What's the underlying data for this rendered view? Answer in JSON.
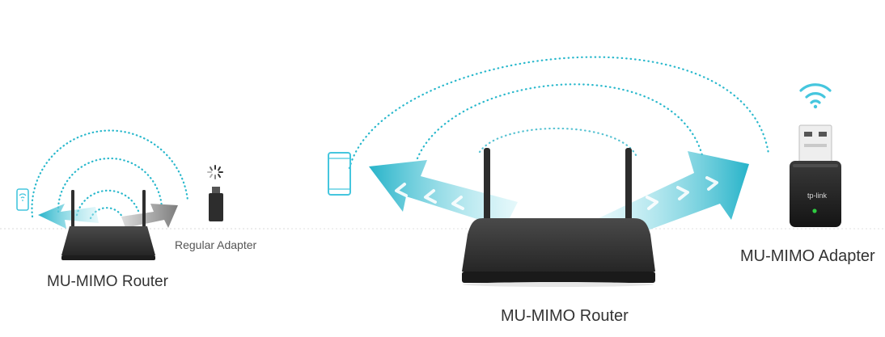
{
  "labels": {
    "left_router": "MU-MIMO Router",
    "regular_adapter": "Regular Adapter",
    "center_router": "MU-MIMO Router",
    "mimo_adapter": "MU-MIMO Adapter"
  },
  "colors": {
    "accent": "#3ec5d8",
    "dots": "#29b8cc",
    "phone": "#45c6de",
    "gray_arrow": "#8c8c8c",
    "router_body": "#2b2b2b",
    "adapter_led": "#2ecc40"
  },
  "icons": [
    "phone-icon",
    "wifi-icon",
    "loading-icon",
    "router-icon",
    "usb-adapter-icon",
    "beam-arrow-icon"
  ],
  "adapter_brand": "tp-link"
}
